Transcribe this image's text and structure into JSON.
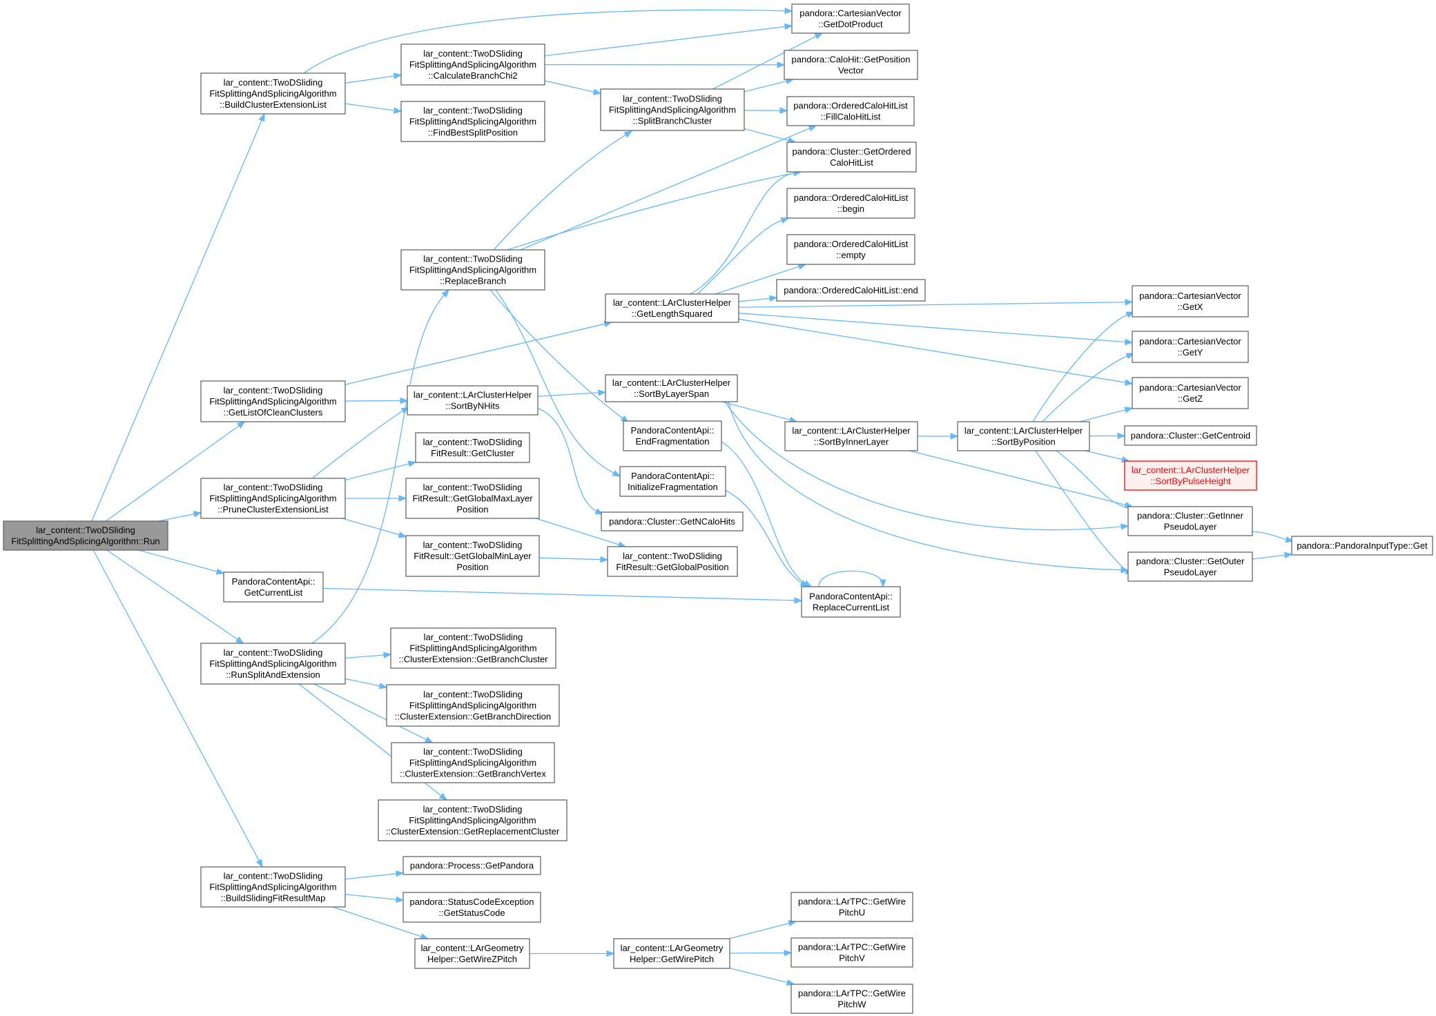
{
  "colors": {
    "edge": "#63b8ff",
    "node_border": "#666666",
    "root_fill": "#999999",
    "highlight_border": "#ff0000",
    "highlight_fill": "#fff0f0"
  },
  "nodes": [
    {
      "id": "run",
      "lines": [
        "lar_content::TwoDSliding",
        "FitSplittingAndSplicingAlgorithm::Run"
      ],
      "style": "root"
    },
    {
      "id": "bcel",
      "lines": [
        "lar_content::TwoDSliding",
        "FitSplittingAndSplicingAlgorithm",
        "::BuildClusterExtensionList"
      ]
    },
    {
      "id": "glocc",
      "lines": [
        "lar_content::TwoDSliding",
        "FitSplittingAndSplicingAlgorithm",
        "::GetListOfCleanClusters"
      ]
    },
    {
      "id": "pcel",
      "lines": [
        "lar_content::TwoDSliding",
        "FitSplittingAndSplicingAlgorithm",
        "::PruneClusterExtensionList"
      ]
    },
    {
      "id": "pca_gcl",
      "lines": [
        "PandoraContentApi::",
        "GetCurrentList"
      ]
    },
    {
      "id": "rsae",
      "lines": [
        "lar_content::TwoDSliding",
        "FitSplittingAndSplicingAlgorithm",
        "::RunSplitAndExtension"
      ]
    },
    {
      "id": "bsfrm",
      "lines": [
        "lar_content::TwoDSliding",
        "FitSplittingAndSplicingAlgorithm",
        "::BuildSlidingFitResultMap"
      ]
    },
    {
      "id": "cbc",
      "lines": [
        "lar_content::TwoDSliding",
        "FitSplittingAndSplicingAlgorithm",
        "::CalculateBranchChi2"
      ]
    },
    {
      "id": "fbsp",
      "lines": [
        "lar_content::TwoDSliding",
        "FitSplittingAndSplicingAlgorithm",
        "::FindBestSplitPosition"
      ]
    },
    {
      "id": "rb",
      "lines": [
        "lar_content::TwoDSliding",
        "FitSplittingAndSplicingAlgorithm",
        "::ReplaceBranch"
      ]
    },
    {
      "id": "sbnh",
      "lines": [
        "lar_content::LArClusterHelper",
        "::SortByNHits"
      ]
    },
    {
      "id": "fr_gc",
      "lines": [
        "lar_content::TwoDSliding",
        "FitResult::GetCluster"
      ]
    },
    {
      "id": "fr_gmax",
      "lines": [
        "lar_content::TwoDSliding",
        "FitResult::GetGlobalMaxLayer",
        "Position"
      ]
    },
    {
      "id": "fr_gmin",
      "lines": [
        "lar_content::TwoDSliding",
        "FitResult::GetGlobalMinLayer",
        "Position"
      ]
    },
    {
      "id": "ce_gbc",
      "lines": [
        "lar_content::TwoDSliding",
        "FitSplittingAndSplicingAlgorithm",
        "::ClusterExtension::GetBranchCluster"
      ]
    },
    {
      "id": "ce_gbd",
      "lines": [
        "lar_content::TwoDSliding",
        "FitSplittingAndSplicingAlgorithm",
        "::ClusterExtension::GetBranchDirection"
      ]
    },
    {
      "id": "ce_gbv",
      "lines": [
        "lar_content::TwoDSliding",
        "FitSplittingAndSplicingAlgorithm",
        "::ClusterExtension::GetBranchVertex"
      ]
    },
    {
      "id": "ce_grc",
      "lines": [
        "lar_content::TwoDSliding",
        "FitSplittingAndSplicingAlgorithm",
        "::ClusterExtension::GetReplacementCluster"
      ]
    },
    {
      "id": "gp",
      "lines": [
        "pandora::Process::GetPandora"
      ]
    },
    {
      "id": "sce",
      "lines": [
        "pandora::StatusCodeException",
        "::GetStatusCode"
      ]
    },
    {
      "id": "gwzp",
      "lines": [
        "lar_content::LArGeometry",
        "Helper::GetWireZPitch"
      ]
    },
    {
      "id": "sbc",
      "lines": [
        "lar_content::TwoDSliding",
        "FitSplittingAndSplicingAlgorithm",
        "::SplitBranchCluster"
      ]
    },
    {
      "id": "glsq",
      "lines": [
        "lar_content::LArClusterHelper",
        "::GetLengthSquared"
      ]
    },
    {
      "id": "sbls",
      "lines": [
        "lar_content::LArClusterHelper",
        "::SortByLayerSpan"
      ]
    },
    {
      "id": "ef",
      "lines": [
        "PandoraContentApi::",
        "EndFragmentation"
      ]
    },
    {
      "id": "if",
      "lines": [
        "PandoraContentApi::",
        "InitializeFragmentation"
      ]
    },
    {
      "id": "gnch",
      "lines": [
        "pandora::Cluster::GetNCaloHits"
      ]
    },
    {
      "id": "fr_ggp",
      "lines": [
        "lar_content::TwoDSliding",
        "FitResult::GetGlobalPosition"
      ]
    },
    {
      "id": "gwp",
      "lines": [
        "lar_content::LArGeometry",
        "Helper::GetWirePitch"
      ]
    },
    {
      "id": "dot",
      "lines": [
        "pandora::CartesianVector",
        "::GetDotProduct"
      ]
    },
    {
      "id": "chgpv",
      "lines": [
        "pandora::CaloHit::GetPosition",
        "Vector"
      ]
    },
    {
      "id": "fchl",
      "lines": [
        "pandora::OrderedCaloHitList",
        "::FillCaloHitList"
      ]
    },
    {
      "id": "gochl",
      "lines": [
        "pandora::Cluster::GetOrdered",
        "CaloHitList"
      ]
    },
    {
      "id": "ochl_begin",
      "lines": [
        "pandora::OrderedCaloHitList",
        "::begin"
      ]
    },
    {
      "id": "ochl_empty",
      "lines": [
        "pandora::OrderedCaloHitList",
        "::empty"
      ]
    },
    {
      "id": "ochl_end",
      "lines": [
        "pandora::OrderedCaloHitList::end"
      ]
    },
    {
      "id": "sbil",
      "lines": [
        "lar_content::LArClusterHelper",
        "::SortByInnerLayer"
      ]
    },
    {
      "id": "rcl",
      "lines": [
        "PandoraContentApi::",
        "ReplaceCurrentList"
      ]
    },
    {
      "id": "wpu",
      "lines": [
        "pandora::LArTPC::GetWire",
        "PitchU"
      ]
    },
    {
      "id": "wpv",
      "lines": [
        "pandora::LArTPC::GetWire",
        "PitchV"
      ]
    },
    {
      "id": "wpw",
      "lines": [
        "pandora::LArTPC::GetWire",
        "PitchW"
      ]
    },
    {
      "id": "sbp",
      "lines": [
        "lar_content::LArClusterHelper",
        "::SortByPosition"
      ]
    },
    {
      "id": "getx",
      "lines": [
        "pandora::CartesianVector",
        "::GetX"
      ]
    },
    {
      "id": "gety",
      "lines": [
        "pandora::CartesianVector",
        "::GetY"
      ]
    },
    {
      "id": "getz",
      "lines": [
        "pandora::CartesianVector",
        "::GetZ"
      ]
    },
    {
      "id": "centroid",
      "lines": [
        "pandora::Cluster::GetCentroid"
      ]
    },
    {
      "id": "sbph",
      "lines": [
        "lar_content::LArClusterHelper",
        "::SortByPulseHeight"
      ],
      "style": "red"
    },
    {
      "id": "gipl",
      "lines": [
        "pandora::Cluster::GetInner",
        "PseudoLayer"
      ]
    },
    {
      "id": "gopl",
      "lines": [
        "pandora::Cluster::GetOuter",
        "PseudoLayer"
      ]
    },
    {
      "id": "pit",
      "lines": [
        "pandora::PandoraInputType::Get"
      ]
    }
  ],
  "edges": [
    [
      "run",
      "bcel"
    ],
    [
      "run",
      "glocc"
    ],
    [
      "run",
      "pcel"
    ],
    [
      "run",
      "pca_gcl"
    ],
    [
      "run",
      "rsae"
    ],
    [
      "run",
      "bsfrm"
    ],
    [
      "bcel",
      "dot"
    ],
    [
      "bcel",
      "cbc"
    ],
    [
      "bcel",
      "fbsp"
    ],
    [
      "cbc",
      "dot"
    ],
    [
      "cbc",
      "chgpv"
    ],
    [
      "cbc",
      "sbc"
    ],
    [
      "sbc",
      "dot"
    ],
    [
      "sbc",
      "chgpv"
    ],
    [
      "sbc",
      "fchl"
    ],
    [
      "sbc",
      "gochl"
    ],
    [
      "glocc",
      "sbnh"
    ],
    [
      "glocc",
      "glsq"
    ],
    [
      "glsq",
      "gochl"
    ],
    [
      "glsq",
      "ochl_begin"
    ],
    [
      "glsq",
      "ochl_empty"
    ],
    [
      "glsq",
      "ochl_end"
    ],
    [
      "glsq",
      "getx"
    ],
    [
      "glsq",
      "gety"
    ],
    [
      "glsq",
      "getz"
    ],
    [
      "pcel",
      "sbnh"
    ],
    [
      "pcel",
      "fr_gc"
    ],
    [
      "pcel",
      "fr_gmax"
    ],
    [
      "pcel",
      "fr_gmin"
    ],
    [
      "sbnh",
      "sbls"
    ],
    [
      "sbnh",
      "gnch"
    ],
    [
      "sbls",
      "sbil"
    ],
    [
      "sbls",
      "gipl"
    ],
    [
      "sbls",
      "gopl"
    ],
    [
      "sbil",
      "sbp"
    ],
    [
      "sbil",
      "gipl"
    ],
    [
      "sbp",
      "getx"
    ],
    [
      "sbp",
      "gety"
    ],
    [
      "sbp",
      "getz"
    ],
    [
      "sbp",
      "centroid"
    ],
    [
      "sbp",
      "sbph"
    ],
    [
      "sbp",
      "gipl"
    ],
    [
      "sbp",
      "gopl"
    ],
    [
      "gipl",
      "pit"
    ],
    [
      "gopl",
      "pit"
    ],
    [
      "fr_gmax",
      "fr_ggp"
    ],
    [
      "fr_gmin",
      "fr_ggp"
    ],
    [
      "pca_gcl",
      "rcl"
    ],
    [
      "ef",
      "rcl"
    ],
    [
      "if",
      "rcl"
    ],
    [
      "rcl",
      "rcl"
    ],
    [
      "rsae",
      "rb"
    ],
    [
      "rsae",
      "ce_gbc"
    ],
    [
      "rsae",
      "ce_gbd"
    ],
    [
      "rsae",
      "ce_gbv"
    ],
    [
      "rsae",
      "ce_grc"
    ],
    [
      "rb",
      "sbc"
    ],
    [
      "rb",
      "fchl"
    ],
    [
      "rb",
      "gochl"
    ],
    [
      "rb",
      "ef"
    ],
    [
      "rb",
      "if"
    ],
    [
      "bsfrm",
      "gp"
    ],
    [
      "bsfrm",
      "sce"
    ],
    [
      "bsfrm",
      "gwzp"
    ],
    [
      "gwzp",
      "gwp"
    ],
    [
      "gwp",
      "wpu"
    ],
    [
      "gwp",
      "wpv"
    ],
    [
      "gwp",
      "wpw"
    ]
  ]
}
